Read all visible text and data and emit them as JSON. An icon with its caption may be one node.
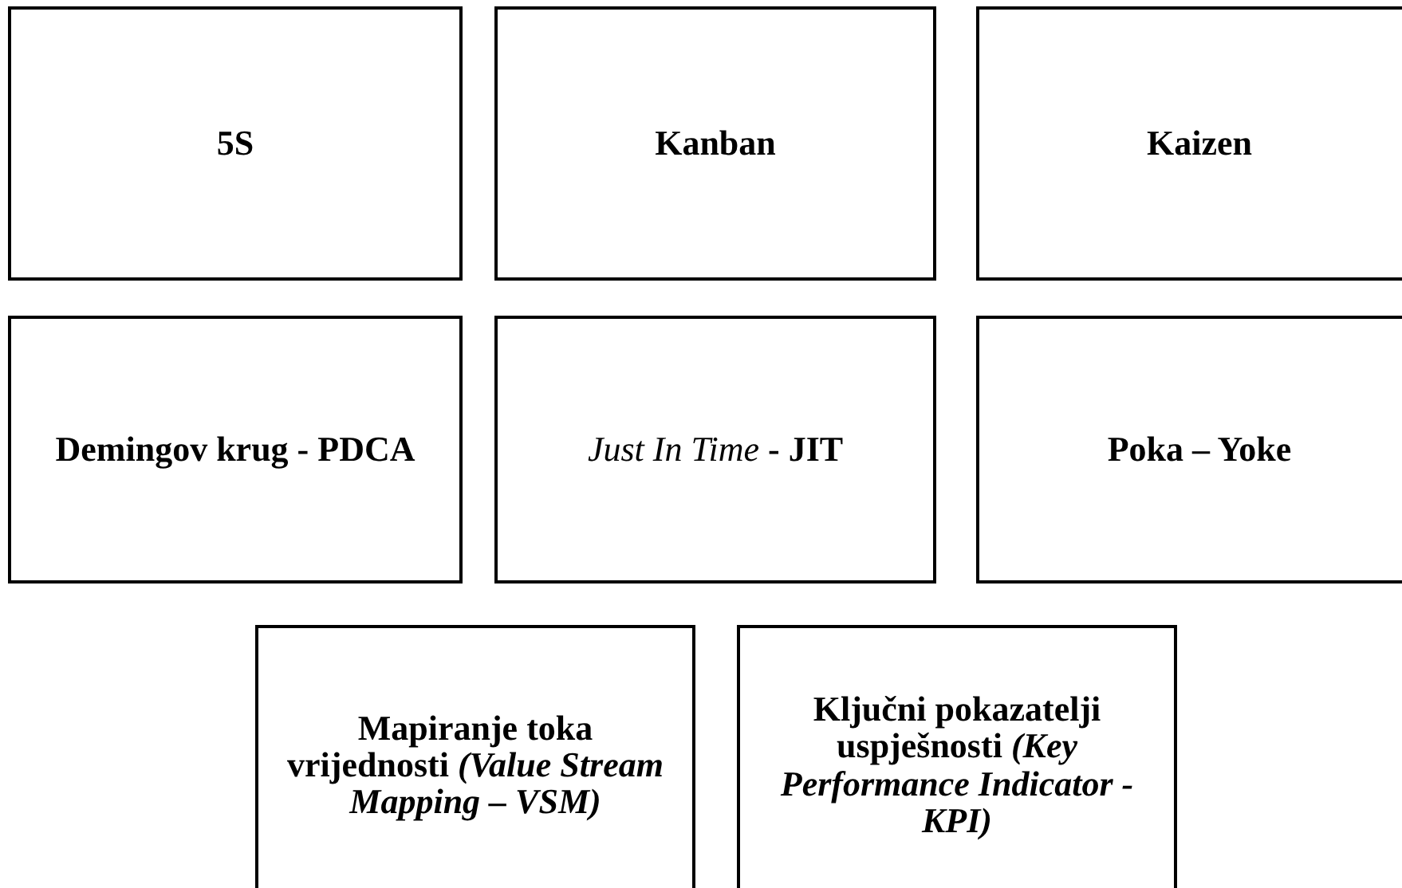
{
  "diagram": {
    "nodes": [
      {
        "text": [
          "5S"
        ]
      },
      {
        "text": [
          "Kanban"
        ]
      },
      {
        "text": [
          "Kaizen"
        ]
      },
      {
        "text": [
          "Demingov krug - PDCA"
        ]
      },
      {
        "text": [
          "*Just In Time* **- JIT**"
        ]
      },
      {
        "text": [
          "Poka – Yoke"
        ]
      },
      {
        "text": [
          "Mapiranje toka vrijednosti *(Value Stream Mapping – VSM)*"
        ]
      },
      {
        "text": [
          "Ključni pokazatelji uspješnosti *(Key Performance Indicator - KPI)*"
        ]
      }
    ]
  }
}
